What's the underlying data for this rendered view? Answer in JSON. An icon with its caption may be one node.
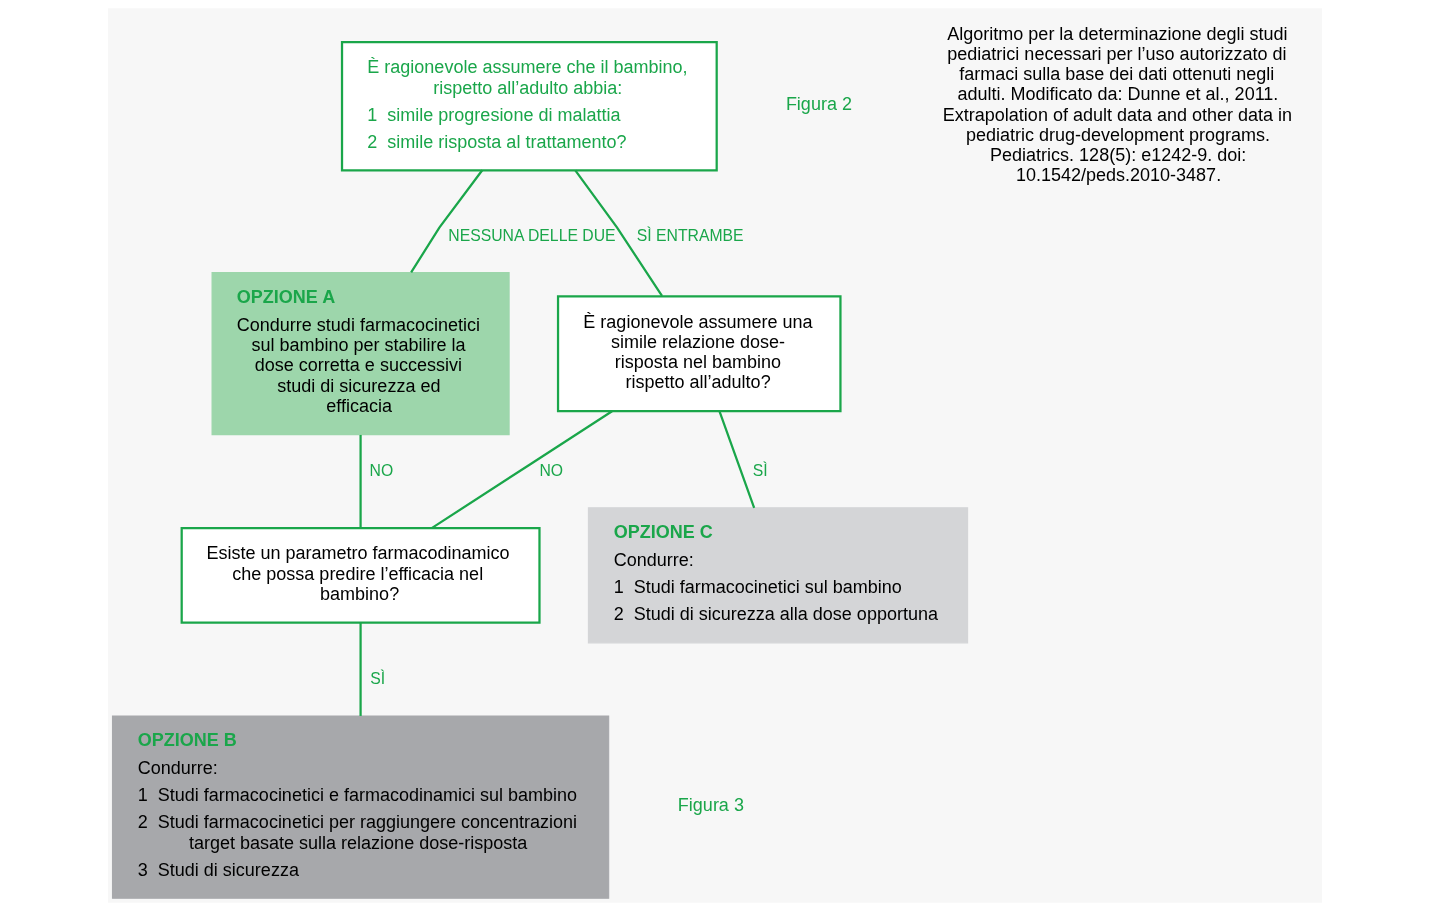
{
  "diagram": {
    "nodes": [
      {
        "text": [
          "È ragionevole assumere che il bambino, rispetto all’adulto abbia:",
          "1  simile progresione di malattia",
          "2  simile risposta al trattamento?"
        ]
      },
      {
        "text": [
          "OPZIONE A",
          "Condurre studi farmacocinetici sul bambino per stabilire la dose corretta e successivi studi di sicurezza ed efficacia"
        ]
      },
      {
        "text": [
          "È ragionevole assumere una simile relazione dose-risposta nel bambino rispetto all’adulto?"
        ]
      },
      {
        "text": [
          "Esiste un parametro farmacodinamico che possa predire l’efficacia nel bambino?"
        ]
      },
      {
        "text": [
          "OPZIONE C",
          "Condurre:",
          "1  Studi farmacocinetici sul bambino",
          "2  Studi di sicurezza alla dose opportuna"
        ]
      },
      {
        "text": [
          "OPZIONE B",
          "Condurre:",
          "1  Studi farmacocinetici e farmacodinamici sul bambino",
          "2  Studi farmacocinetici per raggiungere concentrazioni target basate sulla relazione dose-risposta",
          "3  Studi di sicurezza"
        ]
      }
    ],
    "edges": [
      {
        "from": 0,
        "to": 1,
        "arrow": "none",
        "label": "NESSUNA DELLE DUE"
      },
      {
        "from": 0,
        "to": 2,
        "arrow": "none",
        "label": "SÌ ENTRAMBE"
      },
      {
        "from": 3,
        "to": 1,
        "arrow": "none",
        "label": "NO"
      },
      {
        "from": 2,
        "to": 3,
        "arrow": "none",
        "label": "NO"
      },
      {
        "from": 2,
        "to": 4,
        "arrow": "none",
        "label": "SÌ"
      },
      {
        "from": 3,
        "to": 5,
        "arrow": "none",
        "label": "SÌ"
      }
    ],
    "labels": [
      "Figura 2",
      "Algoritmo per la determinazione degli studi pediatrici necessari per l’uso autorizzato di farmaci sulla base dei dati ottenuti negli adulti. Modificato da: Dunne et al., 2011. Extrapolation of adult data and other data in pediatric drug-development programs. Pediatrics. 128(5): e1242-9. doi: 10.1542/peds.2010-3487.",
      "Figura 3"
    ]
  }
}
